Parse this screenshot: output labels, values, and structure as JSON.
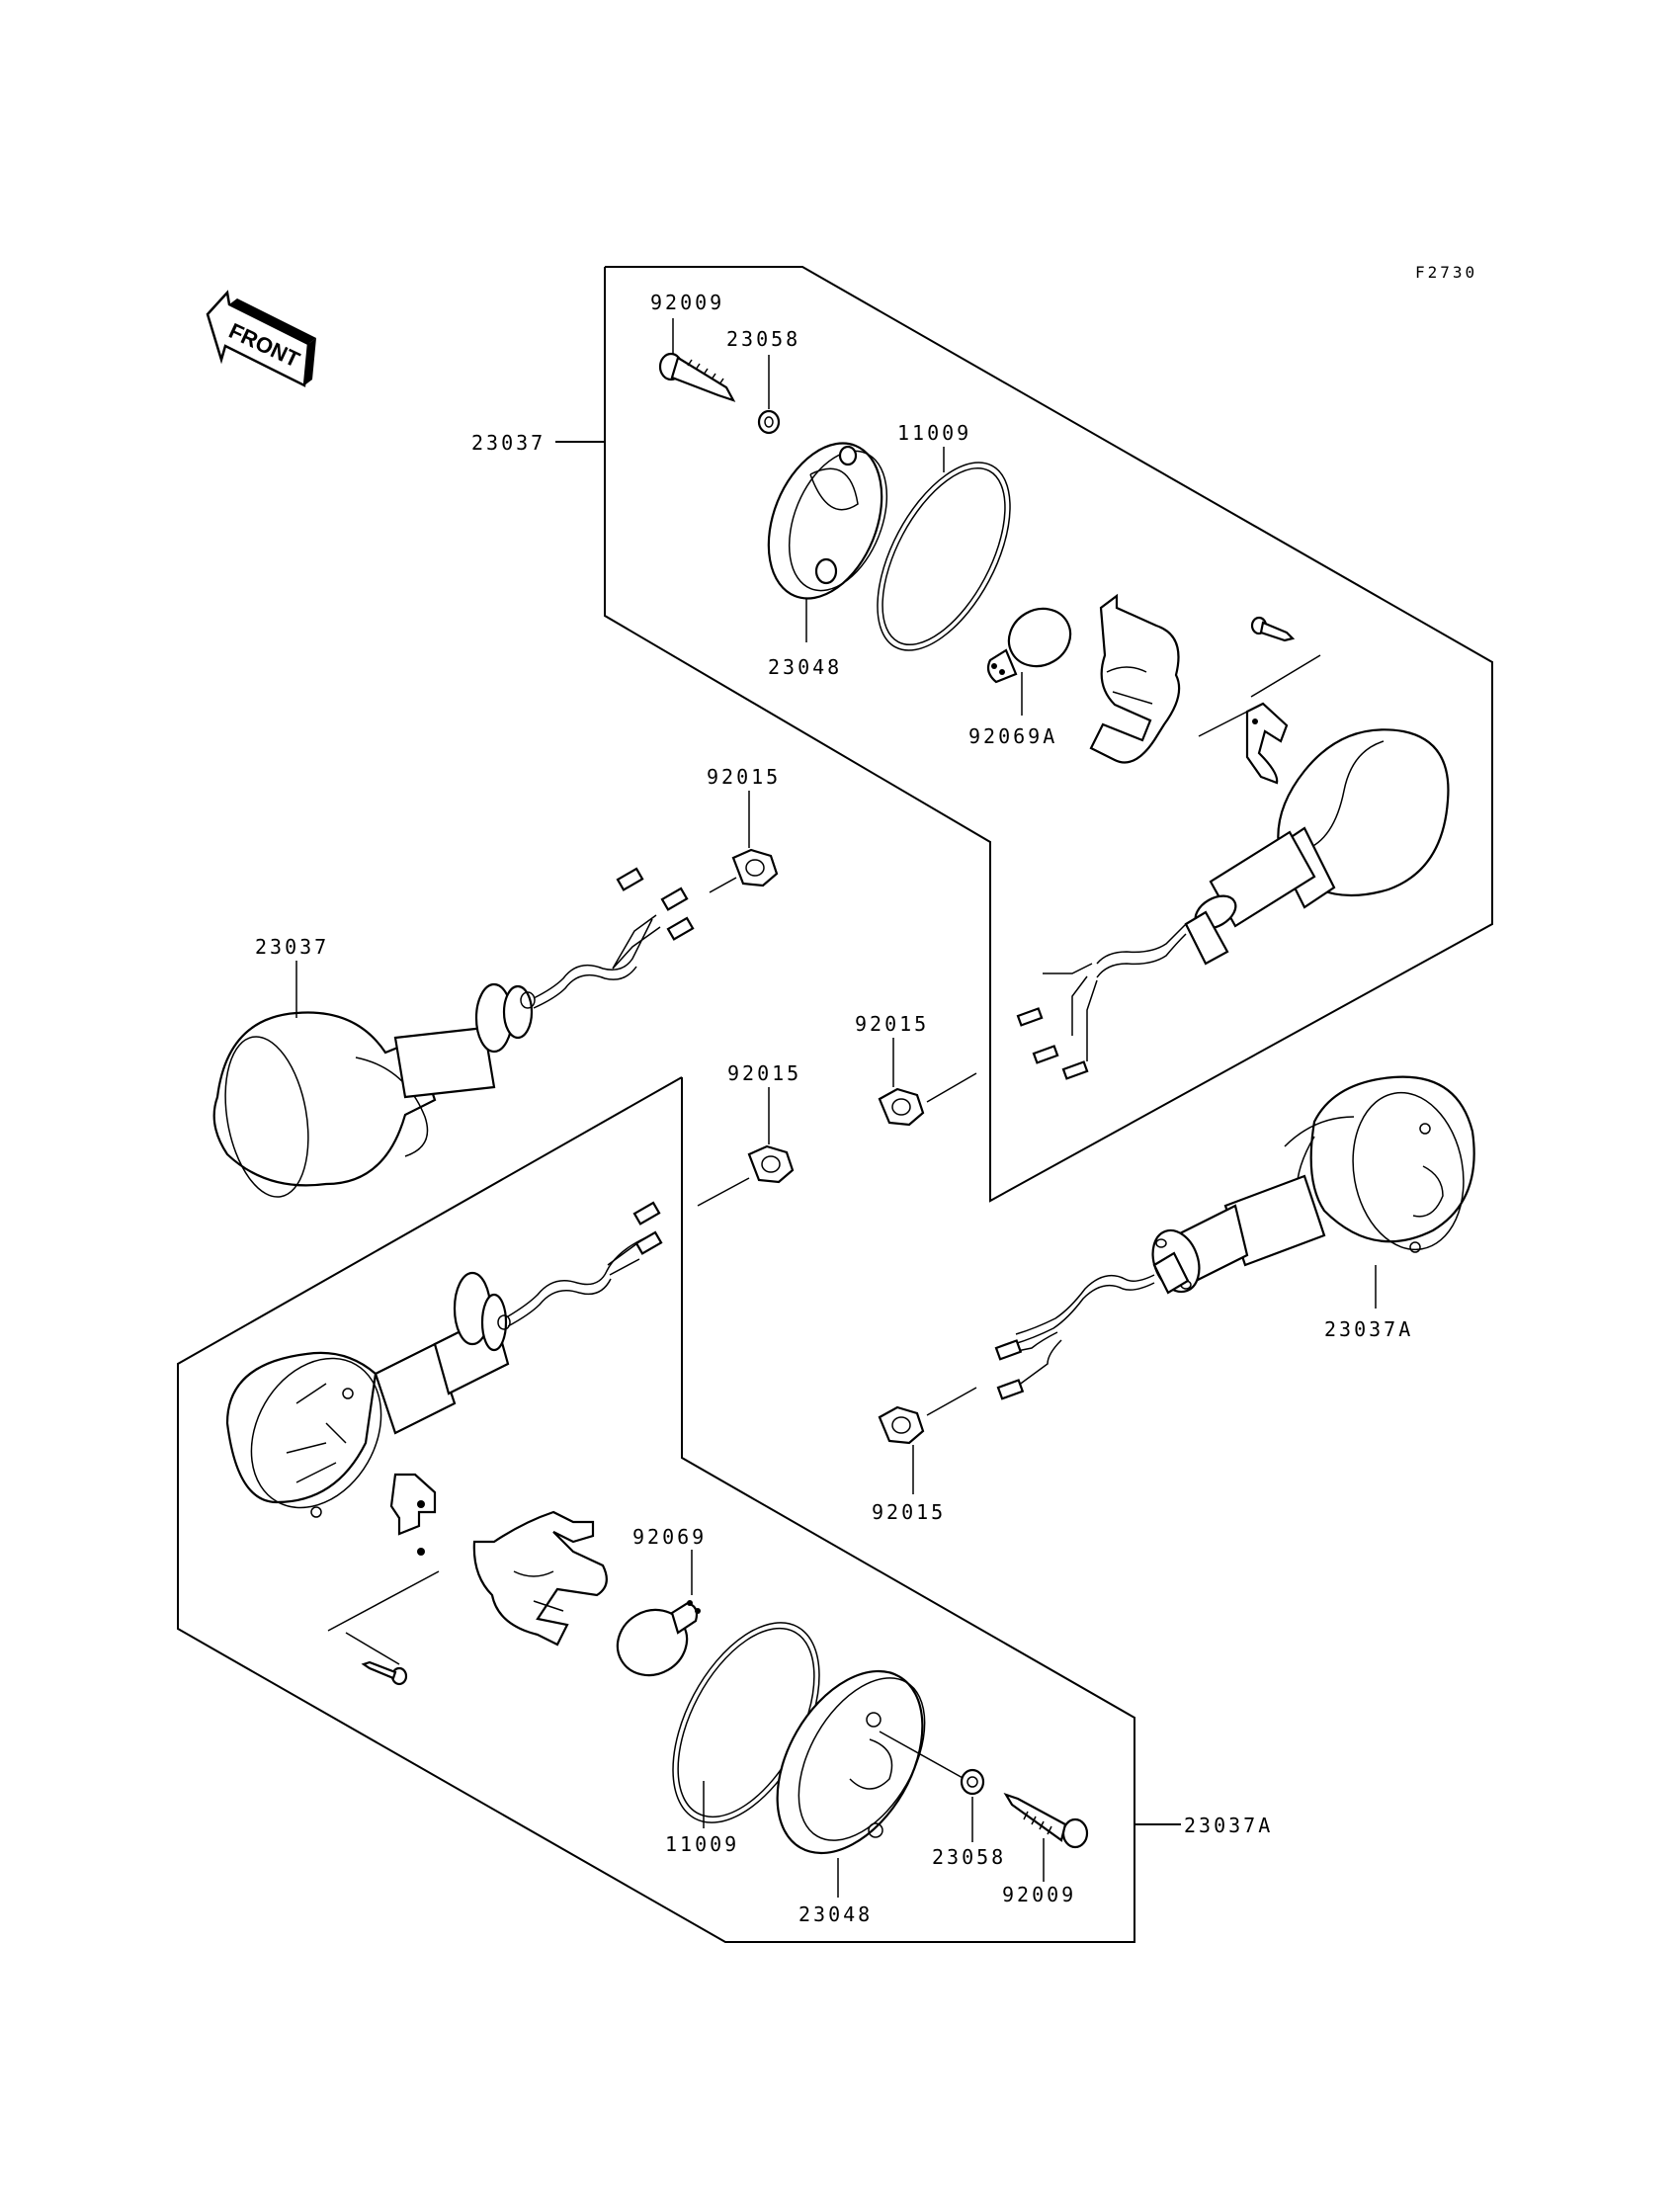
{
  "figure_id": "F2730",
  "front_label": "FRONT",
  "labels": {
    "tr_92009": "92009",
    "tr_23058": "23058",
    "tr_23037": "23037",
    "tr_11009": "11009",
    "tr_23048": "23048",
    "tr_92069A": "92069A",
    "ml_92015_top": "92015",
    "ml_23037": "23037",
    "mid_92015": "92015",
    "ctr_92015": "92015",
    "rr_23037A": "23037A",
    "rr_92015": "92015",
    "bl_92069": "92069",
    "bl_11009": "11009",
    "bl_23048": "23048",
    "bl_23058": "23058",
    "bl_92009": "92009",
    "bl_23037A": "23037A"
  }
}
